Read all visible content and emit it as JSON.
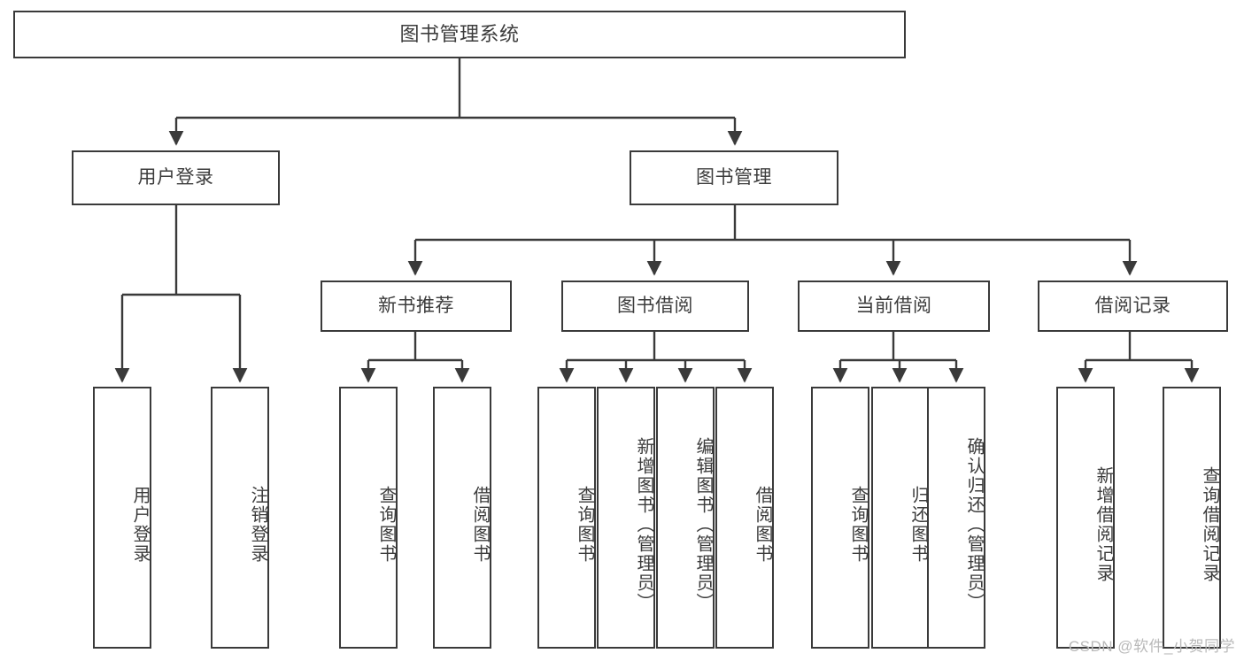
{
  "diagram": {
    "title": "图书管理系统",
    "type": "功能结构图",
    "style": {
      "box_border_color": "#3a3a3a",
      "box_fill_color": "#ffffff",
      "connector_color": "#3a3a3a",
      "text_color": "#3c3c3c",
      "background": "#ffffff"
    }
  },
  "root": {
    "label": "图书管理系统"
  },
  "level2": [
    {
      "id": "user-login",
      "label": "用户登录"
    },
    {
      "id": "book-management",
      "label": "图书管理"
    }
  ],
  "level3": [
    {
      "id": "new-book-recommend",
      "label": "新书推荐"
    },
    {
      "id": "book-borrow",
      "label": "图书借阅"
    },
    {
      "id": "current-borrow",
      "label": "当前借阅"
    },
    {
      "id": "borrow-record",
      "label": "借阅记录"
    }
  ],
  "leaves": {
    "user_login": [
      {
        "id": "leaf-user-login",
        "label": "用户登录"
      },
      {
        "id": "leaf-logout-login",
        "label": "注销登录"
      }
    ],
    "new_book_recommend": [
      {
        "id": "leaf-query-book-1",
        "label": "查询图书"
      },
      {
        "id": "leaf-borrow-book-1",
        "label": "借阅图书"
      }
    ],
    "book_borrow": [
      {
        "id": "leaf-query-book-2",
        "label": "查询图书"
      },
      {
        "id": "leaf-add-book",
        "label": "新增图书（管理员）"
      },
      {
        "id": "leaf-edit-book",
        "label": "编辑图书（管理员）"
      },
      {
        "id": "leaf-borrow-book-2",
        "label": "借阅图书"
      }
    ],
    "current_borrow": [
      {
        "id": "leaf-query-book-3",
        "label": "查询图书"
      },
      {
        "id": "leaf-return-book",
        "label": "归还图书"
      },
      {
        "id": "leaf-confirm-return",
        "label": "确认归还（管理员）"
      }
    ],
    "borrow_record": [
      {
        "id": "leaf-add-record",
        "label": "新增借阅记录"
      },
      {
        "id": "leaf-query-record",
        "label": "查询借阅记录"
      }
    ]
  },
  "watermark": {
    "text": "CSDN @软件_小贺同学"
  }
}
